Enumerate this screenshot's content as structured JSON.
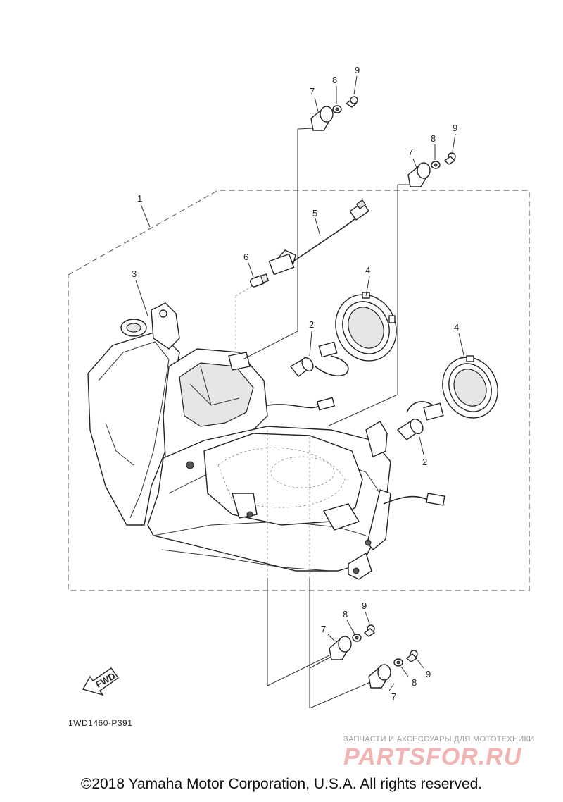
{
  "diagram": {
    "callouts": {
      "c1": "1",
      "c2a": "2",
      "c2b": "2",
      "c3": "3",
      "c4a": "4",
      "c4b": "4",
      "c5": "5",
      "c6": "6",
      "c7a": "7",
      "c7b": "7",
      "c7c": "7",
      "c7d": "7",
      "c8a": "8",
      "c8b": "8",
      "c8c": "8",
      "c8d": "8",
      "c9a": "9",
      "c9b": "9",
      "c9c": "9",
      "c9d": "9"
    },
    "fwd_label": "FWD",
    "reference_code": "1WD1460-P391"
  },
  "watermark": {
    "tagline": "ЗАПЧАСТИ И АКСЕССУАРЫ ДЛЯ МОТОТЕХНИКИ",
    "logo": "PARTSFOR.RU"
  },
  "copyright": "©2018 Yamaha Motor Corporation, U.S.A. All rights reserved."
}
